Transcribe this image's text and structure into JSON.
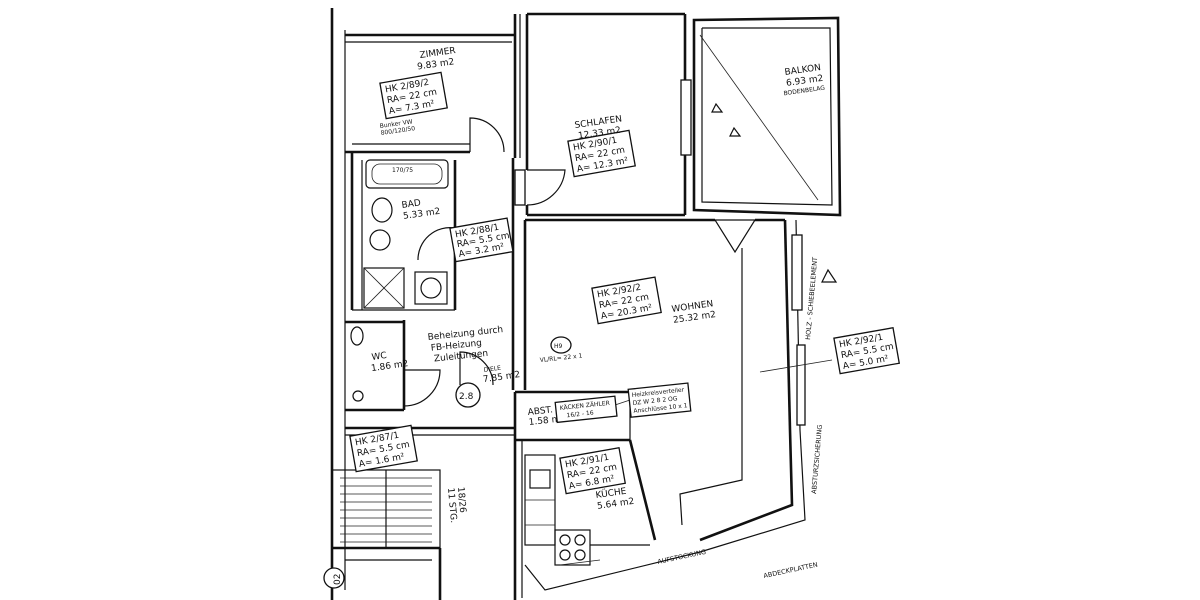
{
  "rooms": {
    "zimmer": {
      "name": "ZIMMER",
      "area": "9.83 m2"
    },
    "schlafen": {
      "name": "SCHLAFEN",
      "area": "12.33 m2"
    },
    "balkon": {
      "name": "BALKON",
      "area": "6.93 m2",
      "note": "BODENBELAG"
    },
    "bad": {
      "name": "BAD",
      "area": "5.33 m2"
    },
    "wohnen": {
      "name": "WOHNEN",
      "area": "25.32 m2"
    },
    "wc": {
      "name": "WC",
      "area": "1.86 m2"
    },
    "diele": {
      "name": "DIELE",
      "area": "7.85 m2"
    },
    "abst": {
      "name": "ABST.",
      "area": "1.58 m2"
    },
    "kueche": {
      "name": "KÜCHE",
      "area": "5.64 m2"
    }
  },
  "radiators": {
    "hk_2_89_2": {
      "id": "HK 2/89/2",
      "ra": "RA= 22 cm",
      "a": "A= 7.3 m²"
    },
    "hk_2_90_1": {
      "id": "HK 2/90/1",
      "ra": "RA= 22 cm",
      "a": "A= 12.3 m²"
    },
    "hk_2_88_1": {
      "id": "HK 2/88/1",
      "ra": "RA= 5.5 cm",
      "a": "A= 3.2 m²"
    },
    "hk_2_92_2": {
      "id": "HK 2/92/2",
      "ra": "RA= 22 cm",
      "a": "A= 20.3 m²"
    },
    "hk_2_92_1": {
      "id": "HK 2/92/1",
      "ra": "RA= 5.5 cm",
      "a": "A= 5.0 m²"
    },
    "hk_2_87_1": {
      "id": "HK 2/87/1",
      "ra": "RA= 5.5 cm",
      "a": "A= 1.6 m²"
    },
    "hk_2_91_1": {
      "id": "HK 2/91/1",
      "ra": "RA= 22 cm",
      "a": "A= 6.8 m²"
    }
  },
  "notes": {
    "heating_line1": "Beheizung durch",
    "heating_line2": "FB-Heizung",
    "heating_line3": "Zuleitungen",
    "bunker_line1": "Bunker VW",
    "bunker_line2": "800/120/50",
    "bath_tub": "170/75",
    "vlrl": "VL/RL= 22 x 1",
    "h9": "H9",
    "circle_28": "2.8",
    "stair_line1": "11 STG.",
    "stair_line2": "18/26",
    "kaecken": "KÄCKEN ZÄHLER",
    "kaecken_sub": "16/2 - 16",
    "heizverteiler_1": "Heizkreisverteiler",
    "heizverteiler_2": "DZ W 2 8 2 OG",
    "heizverteiler_3": "Anschlüsse 10 x 1",
    "aufstockung": "AUFSTOCKUNG",
    "schiebeelement": "HOLZ - SCHIEBEELEMENT",
    "absturzsicherung": "ABSTURZSICHERUNG",
    "abdeckplatten": "ABDECKPLATTEN",
    "page_marker": "02"
  }
}
